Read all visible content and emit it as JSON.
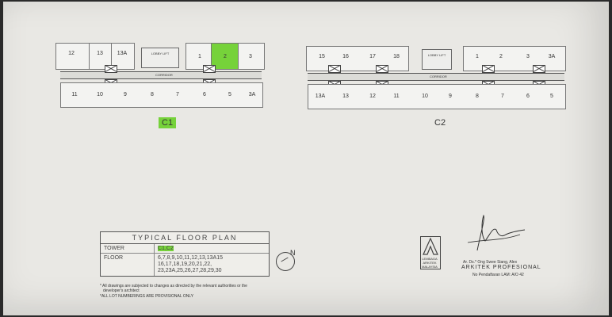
{
  "plan_c1": {
    "top_units": [
      "12",
      "13",
      "13A",
      "",
      "1",
      "2",
      "3"
    ],
    "bottom_units": [
      "11",
      "10",
      "9",
      "8",
      "7",
      "6",
      "5",
      "3A"
    ],
    "lift_label": "LOBBY LIFT",
    "corridor_label": "CORRIDOR",
    "tower_tag": "C1"
  },
  "plan_c2": {
    "top_units": [
      "15",
      "16",
      "17",
      "18",
      "",
      "1",
      "2",
      "3",
      "3A"
    ],
    "bottom_units": [
      "13A",
      "13",
      "12",
      "11",
      "10",
      "9",
      "8",
      "7",
      "6",
      "5"
    ],
    "lift_label": "LOBBY LIFT",
    "corridor_label": "CORRIDOR",
    "tower_tag": "C2"
  },
  "table": {
    "title": "TYPICAL FLOOR PLAN",
    "tower_label": "TOWER",
    "tower_value": "C1,C2",
    "floor_label": "FLOOR",
    "floor_value_line1": "6,7,8,9,10,11,12,13,13A15",
    "floor_value_line2": "16,17,18,19,20,21,22,",
    "floor_value_line3": "23,23A,25,26,27,28,29,30"
  },
  "notes": {
    "line1": "* All drawings are subjected to changes as directed by the relevant authorities or the",
    "line2": "developer's architect",
    "line3": "*ALL LOT NUMBERINGS ARE PROVISIONAL ONLY"
  },
  "north_label": "N",
  "architect": {
    "logo_text1": "LEMBAGA",
    "logo_text2": "ARKITEK",
    "logo_text3": "MALAYSIA",
    "name_line": "Ar. Ds.* Ong Swee Siang, Alex",
    "title_line": "ARKITEK PROFESIONAL",
    "reg_line": "No Pendaftaran LAM: A/O 42"
  },
  "colors": {
    "highlight": "#76d23a",
    "paper": "#e9e8e4"
  }
}
